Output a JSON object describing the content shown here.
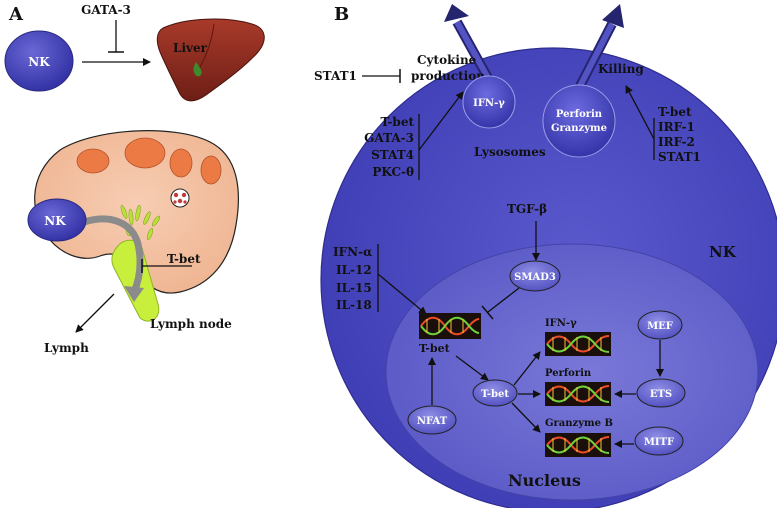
{
  "panel_a": {
    "label": "A",
    "nk_label": "NK",
    "gata3_label": "GATA-3",
    "liver_label": "Liver",
    "tbet_label": "T-bet",
    "lymph_node_label": "Lymph node",
    "lymph_label": "Lymph"
  },
  "panel_b": {
    "label": "B",
    "stat1_label": "STAT1",
    "cytokine_label_line1": "Cytokine",
    "cytokine_label_line2": "production",
    "killing_label": "Killing",
    "ifng_granule_label": "IFN-γ",
    "perforin_granule_line1": "Perforin",
    "perforin_granule_line2": "Granzyme",
    "lysosomes_label": "Lysosomes",
    "cytokine_regulators": [
      "T-bet",
      "GATA-3",
      "STAT4",
      "PKC-θ"
    ],
    "killing_regulators": [
      "T-bet",
      "IRF-1",
      "IRF-2",
      "STAT1"
    ],
    "tgfb_label": "TGF-β",
    "nk_label": "NK",
    "smad3_label": "SMAD3",
    "cytokines_in": [
      "IFN-α",
      "IL-12",
      "IL-15",
      "IL-18"
    ],
    "tbet_gene_label": "T-bet",
    "tbet_protein_label": "T-bet",
    "nfat_label": "NFAT",
    "ifng_gene_label": "IFN-γ",
    "perforin_gene_label": "Perforin",
    "granzyme_gene_label": "Granzyme B",
    "mef_label": "MEF",
    "ets_label": "ETS",
    "mitf_label": "MITF",
    "nucleus_label": "Nucleus"
  },
  "colors": {
    "nk_cell": "#4d4bc2",
    "nucleus": "#6a69d0",
    "liver": "#8c2a20",
    "lymph_node": "#f5c4a6",
    "follicle": "#ec7a45",
    "tbet_zone": "#c6ef3a",
    "dna_box": "#1a0f0a"
  }
}
